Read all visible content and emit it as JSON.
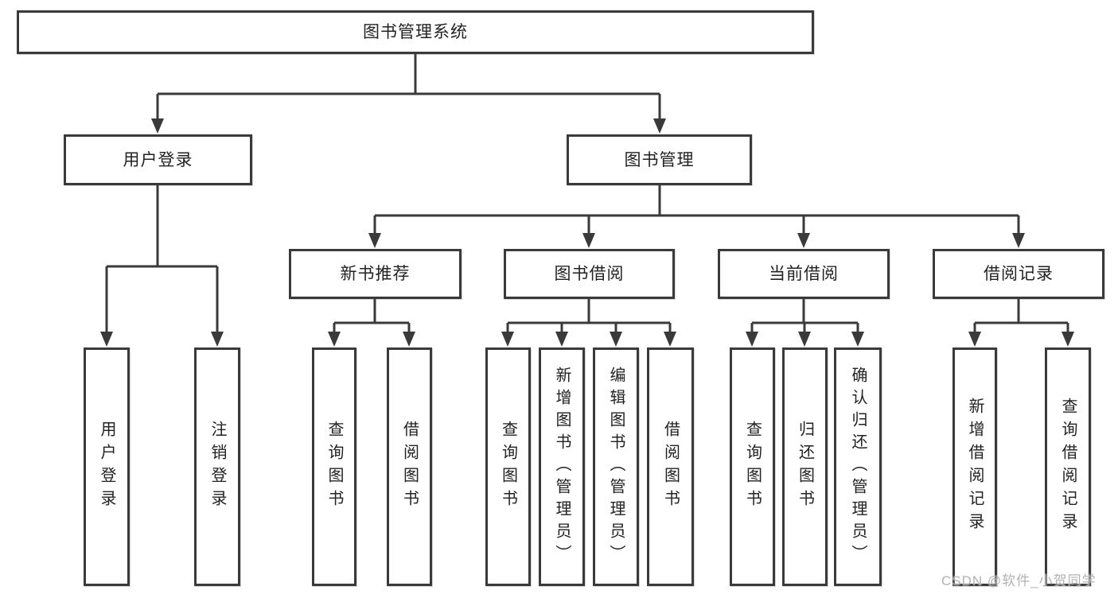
{
  "tree": {
    "root": {
      "label": "图书管理系统",
      "children": [
        {
          "label": "用户登录",
          "children": [
            {
              "label": "用户登录"
            },
            {
              "label": "注销登录"
            }
          ]
        },
        {
          "label": "图书管理",
          "children": [
            {
              "label": "新书推荐",
              "children": [
                {
                  "label": "查询图书"
                },
                {
                  "label": "借阅图书"
                }
              ]
            },
            {
              "label": "图书借阅",
              "children": [
                {
                  "label": "查询图书"
                },
                {
                  "label": "新增图书（管理员）"
                },
                {
                  "label": "编辑图书（管理员）"
                },
                {
                  "label": "借阅图书"
                }
              ]
            },
            {
              "label": "当前借阅",
              "children": [
                {
                  "label": "查询图书"
                },
                {
                  "label": "归还图书"
                },
                {
                  "label": "确认归还（管理员）"
                }
              ]
            },
            {
              "label": "借阅记录",
              "children": [
                {
                  "label": "新增借阅记录"
                },
                {
                  "label": "查询借阅记录"
                }
              ]
            }
          ]
        }
      ]
    }
  },
  "watermark": {
    "text": "CSDN @软件_小贺同学"
  },
  "colors": {
    "line": "#3a3a3a",
    "box_border": "#3a3a3a",
    "text": "#222222",
    "background": "#ffffff",
    "watermark": "#a5a5a5"
  }
}
